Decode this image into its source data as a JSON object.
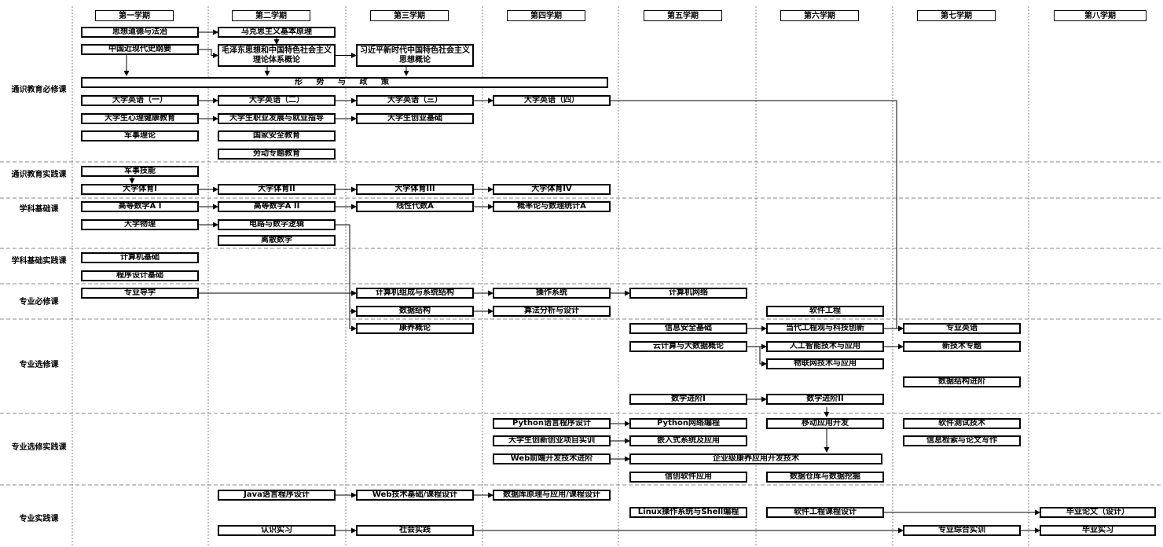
{
  "semesters": [
    "第一学期",
    "第二学期",
    "第三学期",
    "第四学期",
    "第五学期",
    "第六学期",
    "第七学期",
    "第八学期"
  ],
  "categories": [
    "通识教育必修课",
    "通识教育实践课",
    "学科基础课",
    "学科基础实践课",
    "专业必修课",
    "专业选修课",
    "专业选修实践课",
    "专业实践课"
  ],
  "courses": {
    "sxdd": "思想道德与法治",
    "mksz": "马克思主义基本原理",
    "zgjd": "中国近现代史纲要",
    "mzd": "毛泽东思想和中国特色社会主义理论体系概论",
    "xjp": "习近平新时代中国特色社会主义思想概论",
    "xszc": "形 势 与 政 策",
    "yy1": "大学英语（一）",
    "yy2": "大学英语（二）",
    "yy3": "大学英语（三）",
    "yy4": "大学英语（四）",
    "xljk": "大学生心理健康教育",
    "zyfz": "大学生职业发展与就业指导",
    "cyjc": "大学生创业基础",
    "jsll": "军事理论",
    "gjaq": "国家安全教育",
    "ldzt": "劳动专题教育",
    "jsjn": "军事技能",
    "ty1": "大学体育I",
    "ty2": "大学体育II",
    "ty3": "大学体育III",
    "ty4": "大学体育IV",
    "gs1": "高等数学A I",
    "gs2": "高等数学A II",
    "xxds": "线性代数A",
    "gll": "概率论与数理统计A",
    "dxwl": "大学物理",
    "dlsz": "电路与数字逻辑",
    "lssx": "离散数学",
    "jsjjc": "计算机基础",
    "cxsj": "程序设计基础",
    "zydx": "专业导学",
    "zcjg": "计算机组成与系统结构",
    "czxt": "操作系统",
    "jsjwl": "计算机网络",
    "rjgc": "软件工程",
    "sjjg": "数据结构",
    "sffx": "算法分析与设计",
    "kygl": "康养概论",
    "xxaq": "信息安全基础",
    "ddgc": "当代工程观与科技创新",
    "zyyy": "专业英语",
    "yjs": "云计算与大数据概论",
    "rgzn": "人工智能技术与应用",
    "xjszt": "新技术专题",
    "wlw": "物联网技术与应用",
    "sjjgjj": "数据结构进阶",
    "sxjj1": "数学进阶I",
    "sxjj2": "数学进阶II",
    "python": "Python语言程序设计",
    "pywl": "Python网络编程",
    "ydyy": "移动应用开发",
    "rjcs": "软件测试技术",
    "cxcy": "大学生创新创业项目实训",
    "qrs": "嵌入式系统及应用",
    "xxjs": "信息检索与论文写作",
    "webqd": "Web前端开发技术进阶",
    "qyky": "企业级康养应用开发技术",
    "xcrj": "信创软件应用",
    "sjck": "数据仓库与数据挖掘",
    "java": "Java语言程序设计",
    "webjs": "Web技术基础/课程设计",
    "sjk": "数据库原理与应用/课程设计",
    "linux": "Linux操作系统与Shell编程",
    "rjkc": "软件工程课程设计",
    "bylw": "毕业论文（设计）",
    "rzsx": "认识实习",
    "shsj": "社会实践",
    "zyzh": "专业综合实训",
    "bysx": "毕业实习"
  },
  "connections": [
    [
      "sxdd",
      "mksz"
    ],
    [
      "zgjd",
      "mzd"
    ],
    [
      "mzd",
      "xjp"
    ],
    [
      "mksz",
      "mzd"
    ],
    [
      "yy1",
      "yy2"
    ],
    [
      "yy2",
      "yy3"
    ],
    [
      "yy3",
      "yy4"
    ],
    [
      "yy4",
      "zyyy"
    ],
    [
      "xljk",
      "zyfz"
    ],
    [
      "zyfz",
      "cyjc"
    ],
    [
      "ty1",
      "ty2"
    ],
    [
      "ty2",
      "ty3"
    ],
    [
      "ty3",
      "ty4"
    ],
    [
      "gs1",
      "gs2"
    ],
    [
      "gs2",
      "xxds"
    ],
    [
      "xxds",
      "gll"
    ],
    [
      "dxwl",
      "dlsz"
    ],
    [
      "dlsz",
      "zcjg"
    ],
    [
      "zydx",
      "zcjg"
    ],
    [
      "zydx",
      "sjjg"
    ],
    [
      "zydx",
      "kygl"
    ],
    [
      "zcjg",
      "czxt"
    ],
    [
      "czxt",
      "jsjwl"
    ],
    [
      "sjjg",
      "sffx"
    ],
    [
      "xxaq",
      "ddgc"
    ],
    [
      "yjs",
      "rgzn"
    ],
    [
      "yjs",
      "wlw"
    ],
    [
      "ddgc",
      "zyyy"
    ],
    [
      "rgzn",
      "xjszt"
    ],
    [
      "sxjj1",
      "sxjj2"
    ],
    [
      "python",
      "pywl"
    ],
    [
      "cxcy",
      "qrs"
    ],
    [
      "webqd",
      "qyky"
    ],
    [
      "java",
      "webjs"
    ],
    [
      "webjs",
      "sjk"
    ],
    [
      "rzsx",
      "shsj"
    ],
    [
      "shsj",
      "zyzh"
    ],
    [
      "rjkc",
      "bylw"
    ],
    [
      "zyzh",
      "bysx"
    ]
  ]
}
